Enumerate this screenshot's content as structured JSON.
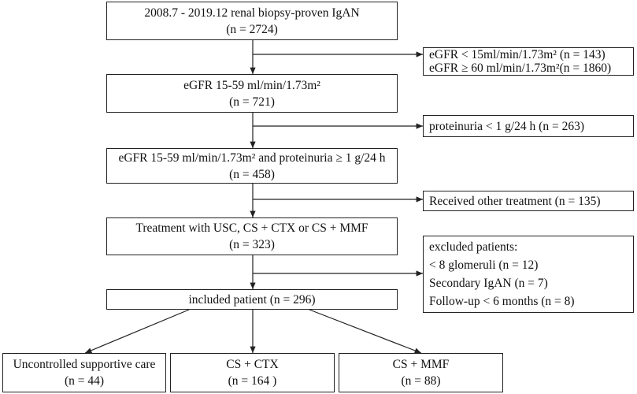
{
  "main_flow": [
    {
      "line1": "2008.7 - 2019.12 renal biopsy-proven IgAN",
      "line2": "(n = 2724)"
    },
    {
      "line1": "eGFR 15-59 ml/min/1.73m²",
      "line2": "(n = 721)"
    },
    {
      "line1": "eGFR 15-59 ml/min/1.73m²  and proteinuria ≥ 1 g/24 h",
      "line2": "(n = 458)"
    },
    {
      "line1": "Treatment with USC,  CS + CTX or CS + MMF",
      "line2": "(n = 323)"
    },
    {
      "line1": "included patient (n = 296)"
    }
  ],
  "exclusions": [
    {
      "lines": [
        "eGFR < 15ml/min/1.73m² (n = 143)",
        "eGFR ≥ 60 ml/min/1.73m²(n = 1860)"
      ]
    },
    {
      "lines": [
        "proteinuria < 1 g/24 h (n = 263)"
      ]
    },
    {
      "lines": [
        "Received other treatment (n = 135)"
      ]
    },
    {
      "lines": [
        "excluded patients:",
        "< 8 glomeruli  (n = 12)",
        "Secondary IgAN (n = 7)",
        "Follow-up < 6 months (n = 8)"
      ]
    }
  ],
  "groups": [
    {
      "line1": "Uncontrolled supportive care",
      "line2": "(n = 44)"
    },
    {
      "line1": "CS + CTX",
      "line2": "(n = 164 )"
    },
    {
      "line1": "CS + MMF",
      "line2": "(n = 88)"
    }
  ]
}
